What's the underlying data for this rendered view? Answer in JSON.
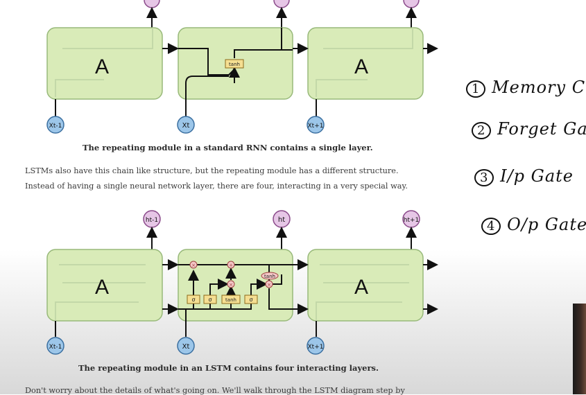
{
  "diagram_rnn": {
    "module_label": "A",
    "layer_label": "tanh",
    "input_labels": [
      "Xt-1",
      "Xt",
      "Xt+1"
    ],
    "caption": "The repeating module in a standard RNN contains a single layer."
  },
  "paragraph": {
    "line1": "LSTMs also have this chain like structure, but the repeating module has a different structure.",
    "line2": "Instead of having a single neural network layer, there are four, interacting in a very special way."
  },
  "diagram_lstm": {
    "module_label": "A",
    "gate_labels": [
      "σ",
      "σ",
      "tanh",
      "σ"
    ],
    "cell_tanh_label": "tanh",
    "output_labels": [
      "ht-1",
      "ht",
      "ht+1"
    ],
    "input_labels": [
      "Xt-1",
      "Xt",
      "Xt+1"
    ],
    "caption": "The repeating module in an LSTM contains four interacting layers."
  },
  "footer_text": "Don't worry about the details of what's going on. We'll walk through the LSTM diagram step by",
  "handwritten_notes": [
    {
      "num": "1",
      "text": "Memory Cell"
    },
    {
      "num": "2",
      "text": "Forget Gate"
    },
    {
      "num": "3",
      "text": "I/p Gate"
    },
    {
      "num": "4",
      "text": "O/p Gate"
    }
  ],
  "colors": {
    "module_fill": "#d9ebb8",
    "module_stroke": "#98b97a",
    "node_fill": "#9cc6e9",
    "output_node_fill": "#e6c6e6",
    "layer_fill": "#f5df92",
    "line": "#111111"
  }
}
